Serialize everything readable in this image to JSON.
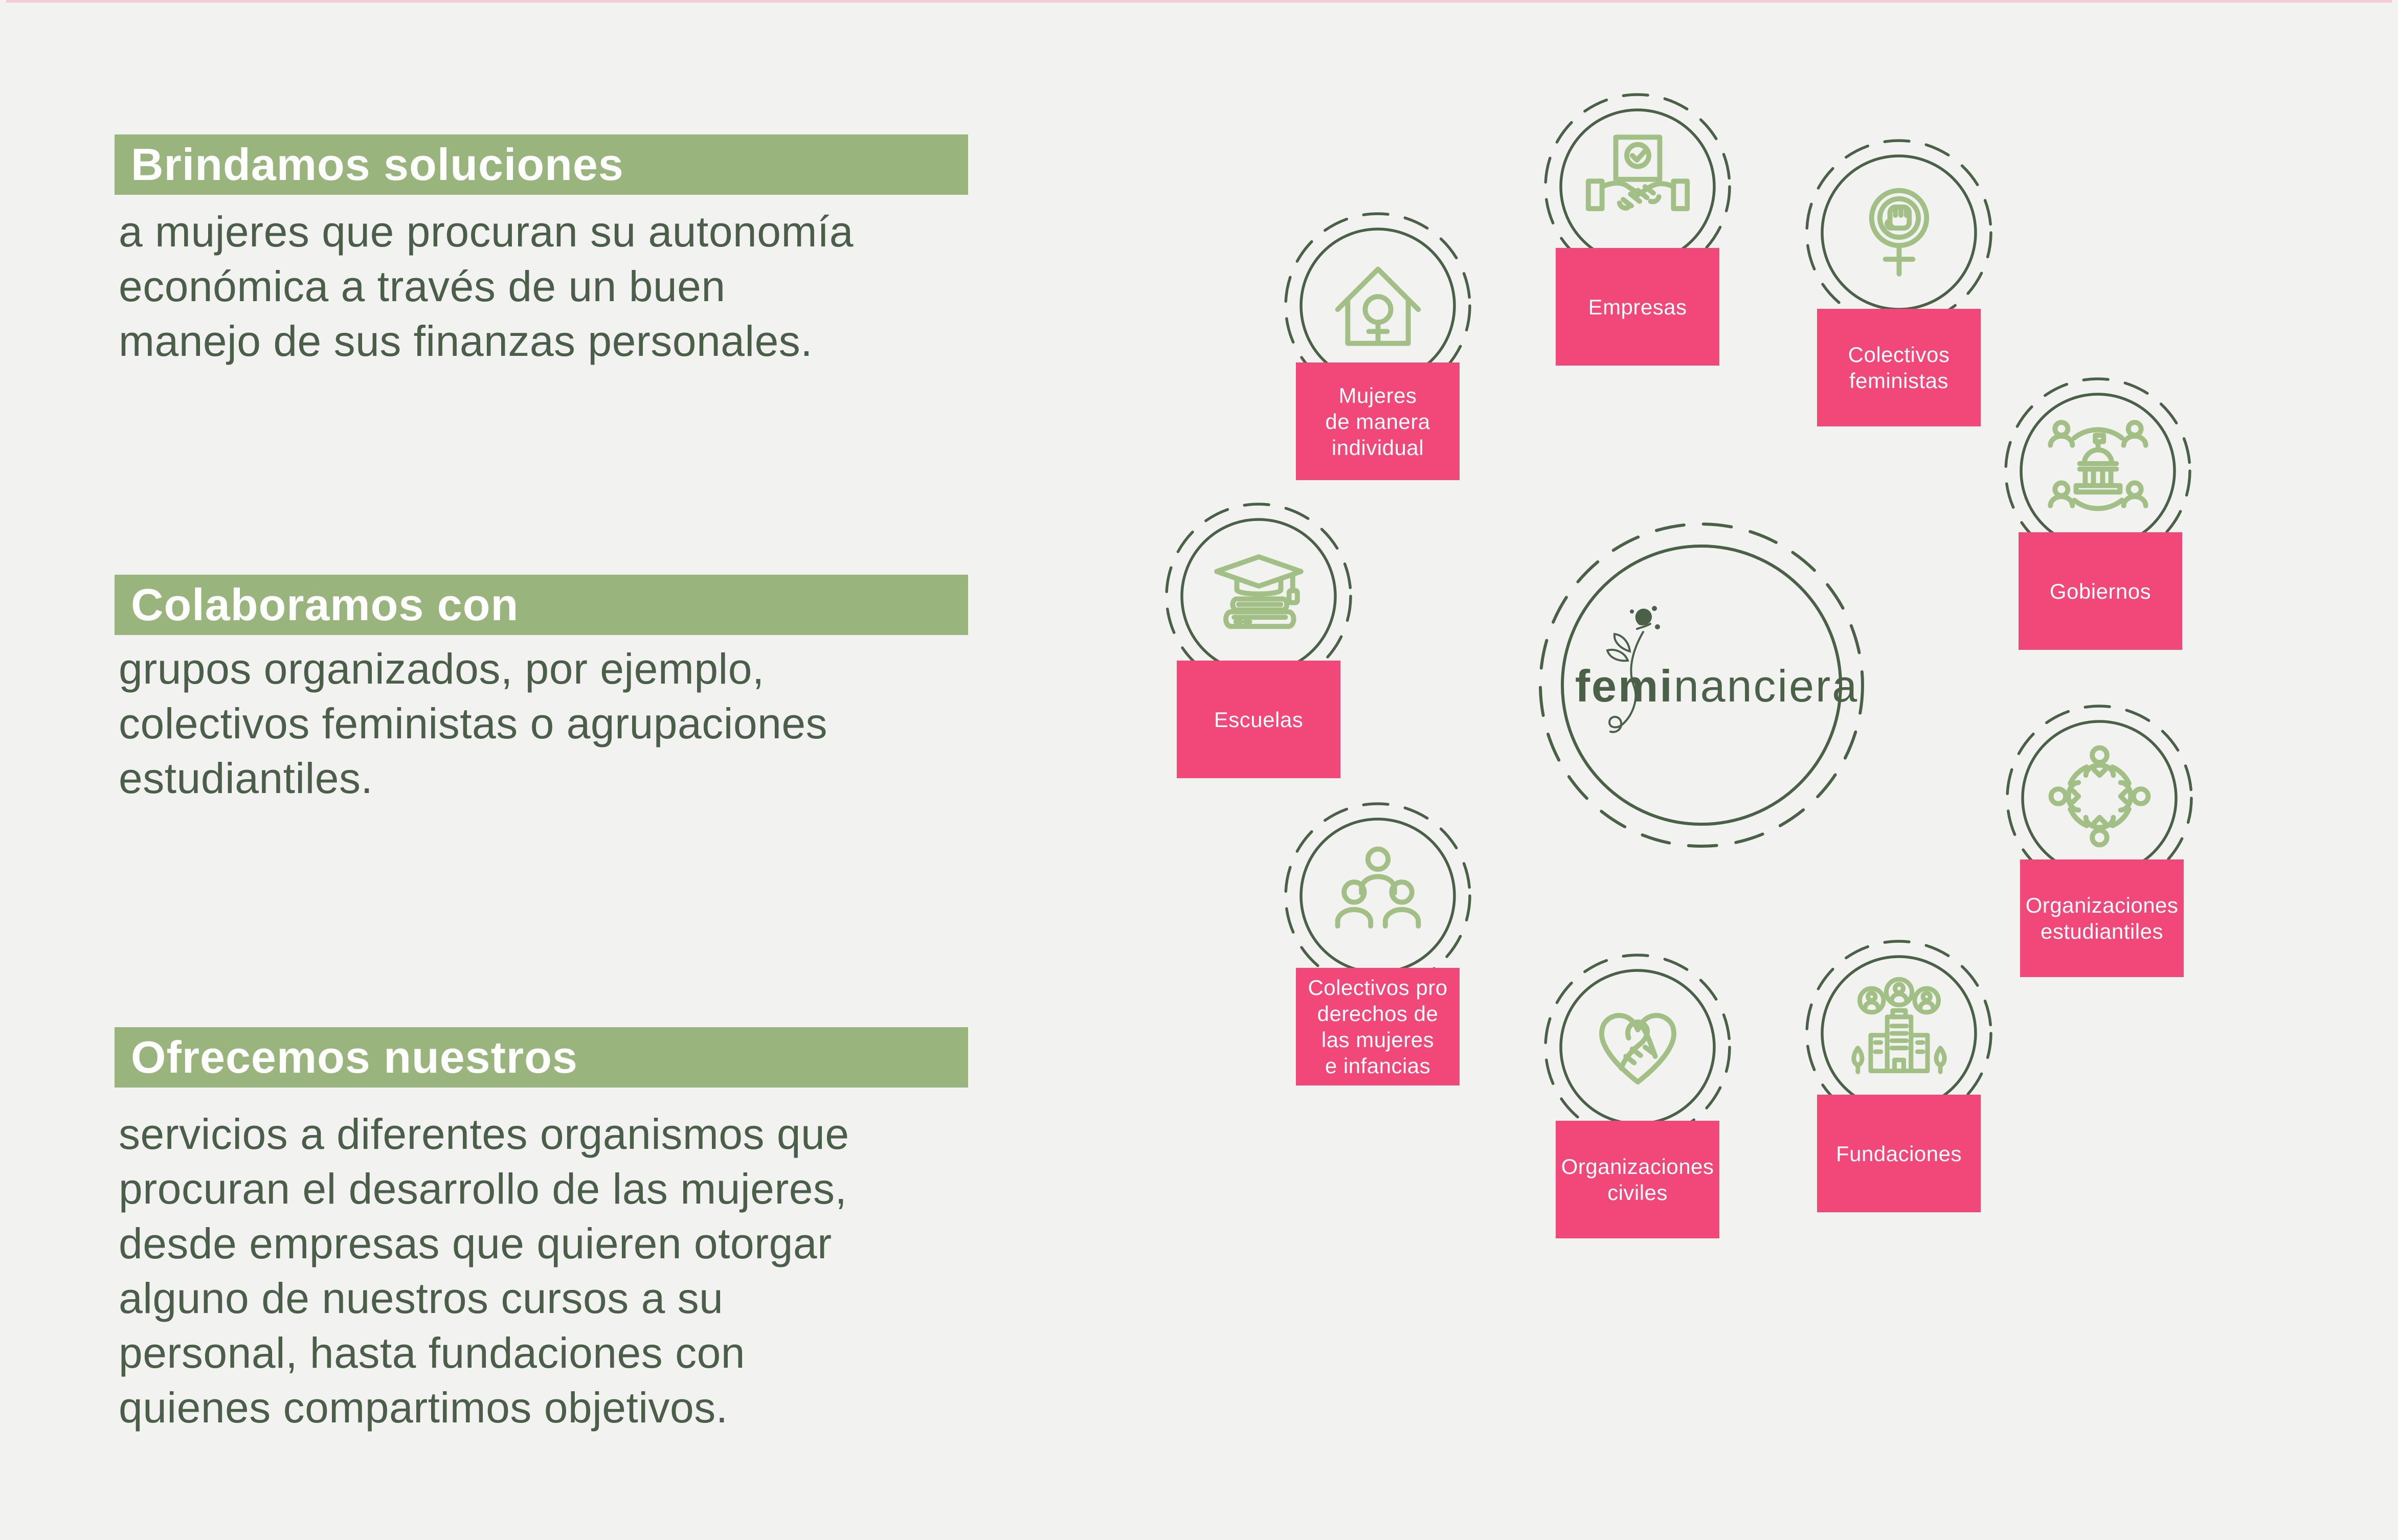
{
  "colors": {
    "background": "#f2f2f1",
    "accent_green_bar": "#9ab47e",
    "icon_light_green": "#a2bf85",
    "ring_dark_green": "#4a6147",
    "body_text_green": "#4b5e49",
    "label_pink": "#f14779",
    "top_line_pale_pink": "#f5c9da",
    "heading_text": "#ffffff"
  },
  "sections": [
    {
      "title": "Brindamos soluciones",
      "body": "a mujeres que procuran su autonomía\neconómica a través de un buen\nmanejo de sus finanzas personales."
    },
    {
      "title": "Colaboramos con",
      "body": "grupos organizados, por ejemplo,\ncolectivos feministas o agrupaciones\nestudiantiles."
    },
    {
      "title": "Ofrecemos nuestros",
      "body": "servicios a diferentes organismos que\nprocuran el desarrollo de las mujeres,\ndesde empresas que quieren otorgar\nalguno de nuestros cursos a su\npersonal, hasta fundaciones con\nquienes compartimos objetivos."
    }
  ],
  "logo": {
    "bold": "femi",
    "rest": "nanciera"
  },
  "diagram": {
    "nodes": [
      {
        "id": "mujeres",
        "icon": "house-venus-icon",
        "label": "Mujeres\nde manera\nindividual"
      },
      {
        "id": "empresas",
        "icon": "handshake-certificate-icon",
        "label": "Empresas"
      },
      {
        "id": "colectivos-feministas",
        "icon": "feminist-fist-icon",
        "label": "Colectivos\nfeministas"
      },
      {
        "id": "gobiernos",
        "icon": "government-building-icon",
        "label": "Gobiernos"
      },
      {
        "id": "organizaciones-estudiantiles",
        "icon": "students-circle-icon",
        "label": "Organizaciones\nestudiantiles"
      },
      {
        "id": "fundaciones",
        "icon": "foundation-building-icon",
        "label": "Fundaciones"
      },
      {
        "id": "organizaciones-civiles",
        "icon": "heart-ribbon-icon",
        "label": "Organizaciones\nciviles"
      },
      {
        "id": "colectivos-pro-derechos",
        "icon": "three-people-icon",
        "label": "Colectivos pro\nderechos de\nlas mujeres\ne infancias"
      },
      {
        "id": "escuelas",
        "icon": "graduation-books-icon",
        "label": "Escuelas"
      }
    ]
  }
}
